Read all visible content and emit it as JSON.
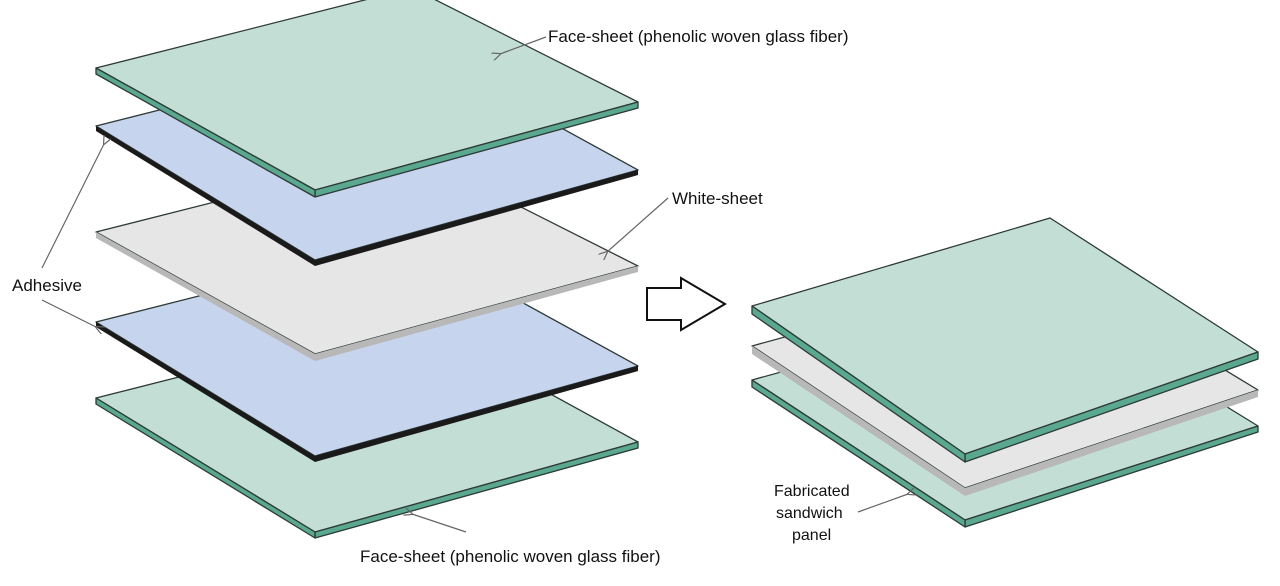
{
  "labels": {
    "face_sheet_top": "Face-sheet (phenolic woven glass fiber)",
    "white_sheet": "White-sheet",
    "adhesive": "Adhesive",
    "face_sheet_bottom": "Face-sheet (phenolic woven glass fiber)",
    "fabricated_line1": "Fabricated",
    "fabricated_line2": "sandwich",
    "fabricated_line3": "panel"
  },
  "colors": {
    "face_sheet_top": "#c3dfd5",
    "face_sheet_edge": "#5aa88f",
    "adhesive_top": "#c6d4ee",
    "adhesive_edge": "#1a1a1a",
    "white_sheet_top": "#e6e6e6",
    "white_sheet_edge": "#b8b8b8",
    "outline": "#2d3a36"
  }
}
